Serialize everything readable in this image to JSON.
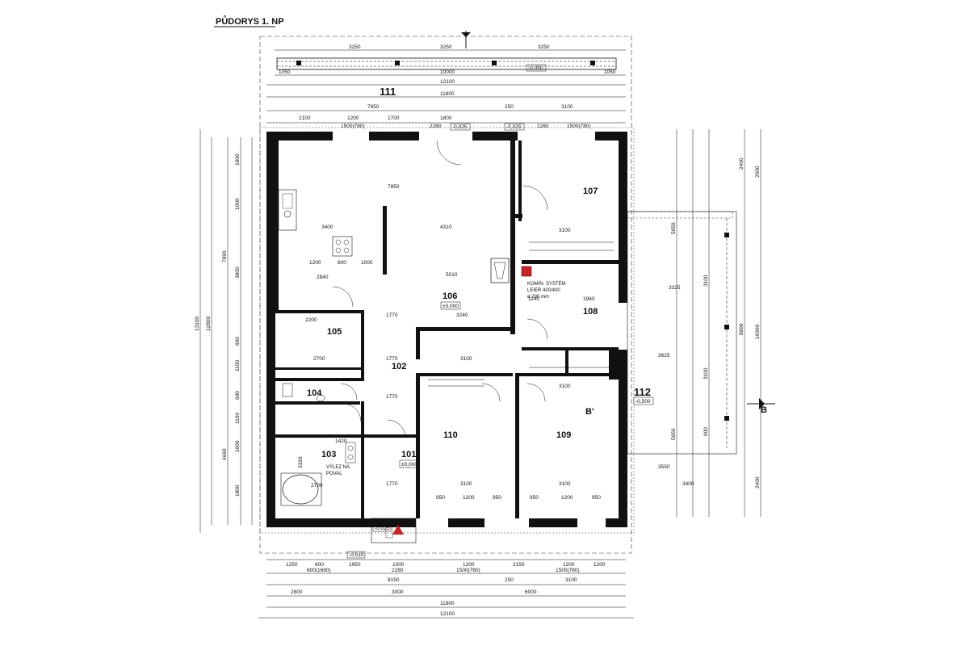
{
  "title": "PŮDORYS 1. NP",
  "rooms": {
    "r101": "101",
    "r102": "102",
    "r103": "103",
    "r104": "104",
    "r105": "105",
    "r106": "106",
    "r107": "107",
    "r108": "108",
    "r109": "109",
    "r110": "110",
    "r111": "111",
    "r112": "112"
  },
  "levels": {
    "l106": "±0,000",
    "l101": "±0,000",
    "l112": "-0,500",
    "top_left": "-0,025",
    "top_right": "-0,025",
    "top_bar": "-0,050",
    "entry": "-0,025",
    "bottom": "-0,510"
  },
  "notes": {
    "chimney": "KOMÍN. SYSTÉM",
    "chimney2": "LEIER 400/400",
    "chimney3": "ø 200 mm",
    "attic1": "VÝLEZ NA",
    "attic2": "POVAL",
    "section_b": "B",
    "section_b2": "B'"
  },
  "dims": {
    "top1": [
      "3250",
      "3250",
      "3250"
    ],
    "top2": [
      "1050",
      "10000",
      "1050"
    ],
    "top3": "12100",
    "top4": "11800",
    "top5": [
      "2100",
      "1200",
      "7850",
      "1700",
      "1800",
      "250",
      "3100"
    ],
    "top6": [
      "1500(780)",
      "2280",
      "2280",
      "1500(780)"
    ],
    "bot1": [
      "1250",
      "600",
      "1950",
      "1000",
      "1200",
      "2150",
      "1200",
      "1200"
    ],
    "bot2": [
      "600(1680)",
      "2280",
      "1500(780)",
      "1500(780)"
    ],
    "bot3": [
      "8150",
      "250",
      "3100"
    ],
    "bot4": [
      "2800",
      "3000",
      "6000"
    ],
    "bot5": "11800",
    "bot6": "12100",
    "left1": [
      "1800",
      "1000",
      "3800",
      "600",
      "1100",
      "600",
      "1100",
      "1000",
      "1800"
    ],
    "left2": [
      "7890",
      "4660"
    ],
    "left3": "12800",
    "left4": "13100",
    "right1": [
      "2400",
      "2500",
      "2400"
    ],
    "right2": [
      "5650",
      "5650"
    ],
    "right3": [
      "3100",
      "3100",
      "900"
    ],
    "right4": "8000",
    "right5": "10300",
    "inner": [
      "7850",
      "3400",
      "1200",
      "600",
      "1000",
      "2840",
      "4310",
      "5010",
      "3240",
      "2200",
      "2700",
      "1770",
      "1770",
      "1770",
      "1770",
      "3100",
      "3100",
      "3100",
      "3100",
      "3100",
      "1960",
      "1140",
      "950",
      "1200",
      "950",
      "950",
      "1200",
      "950",
      "2700",
      "3320",
      "1420",
      "3325",
      "3625",
      "3550",
      "3400"
    ]
  }
}
